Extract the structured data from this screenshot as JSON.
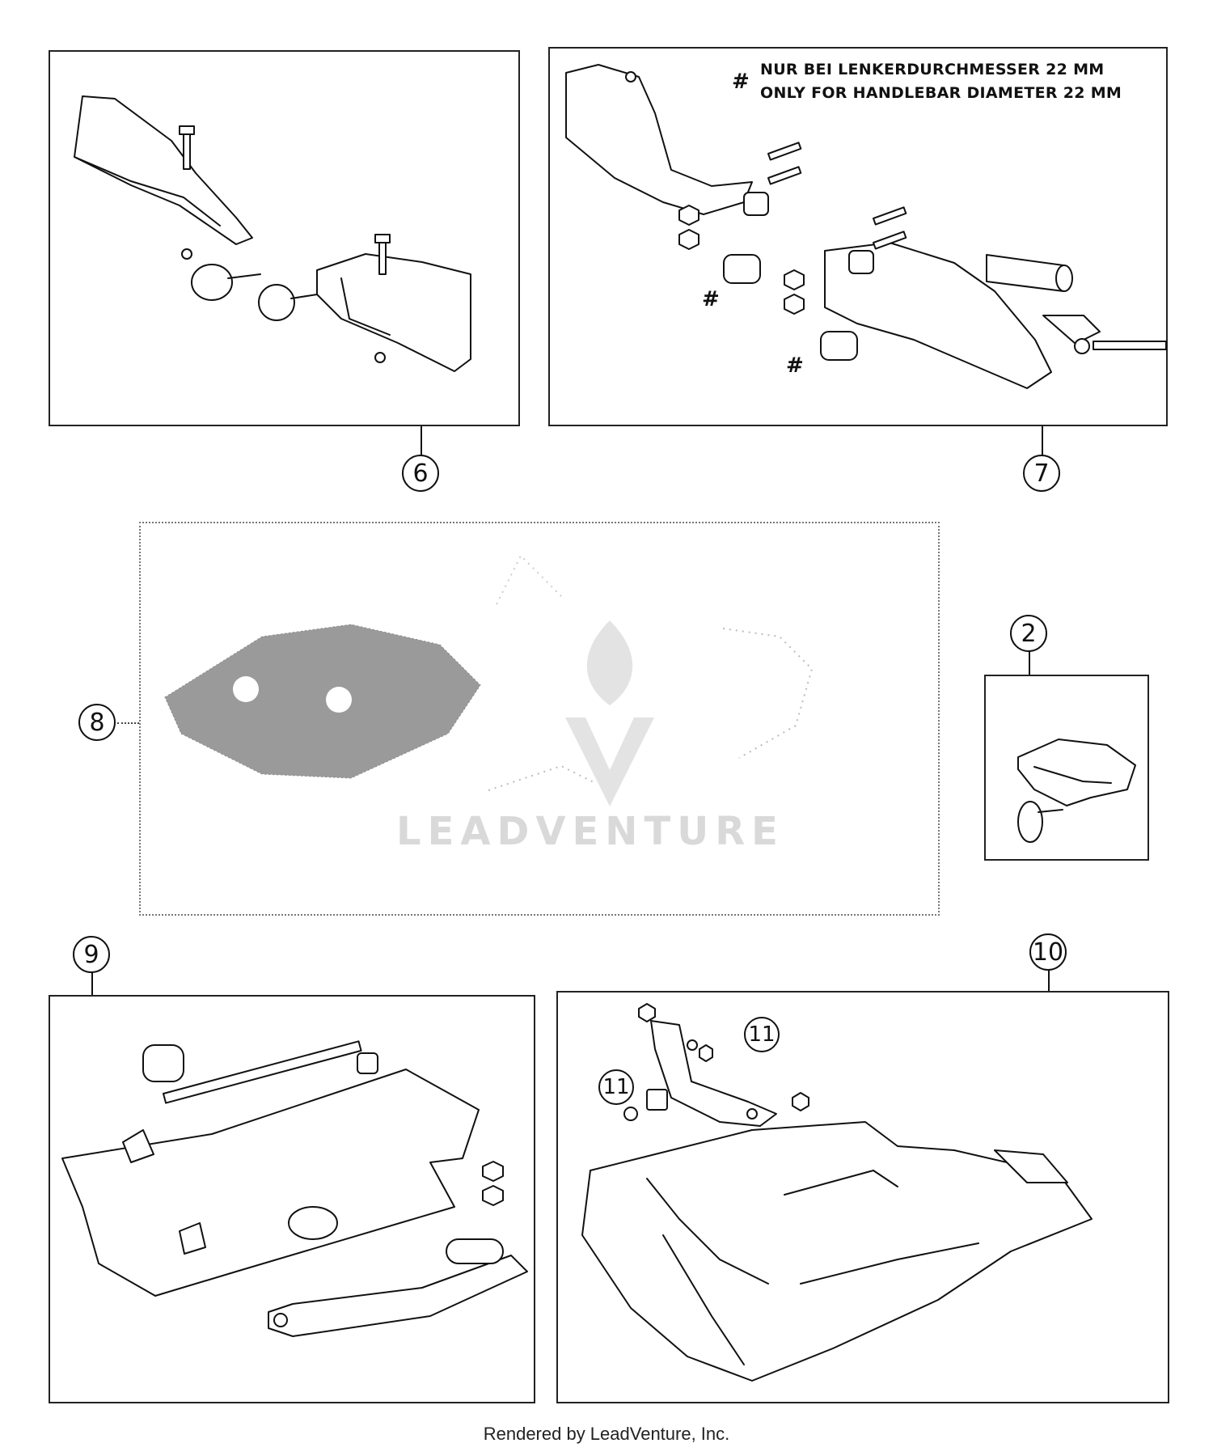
{
  "callouts": {
    "c6": "6",
    "c7": "7",
    "c8": "8",
    "c2": "2",
    "c9": "9",
    "c10": "10",
    "c11a": "11",
    "c11b": "11"
  },
  "note": {
    "symbol": "#",
    "line_de": "NUR BEI LENKERDURCHMESSER 22 MM",
    "line_en": "ONLY FOR HANDLEBAR DIAMETER 22 MM"
  },
  "markers": {
    "hash_1": "#",
    "hash_2": "#"
  },
  "watermark": {
    "text": "LEADVENTURE"
  },
  "footer": {
    "text": "Rendered by LeadVenture, Inc."
  }
}
